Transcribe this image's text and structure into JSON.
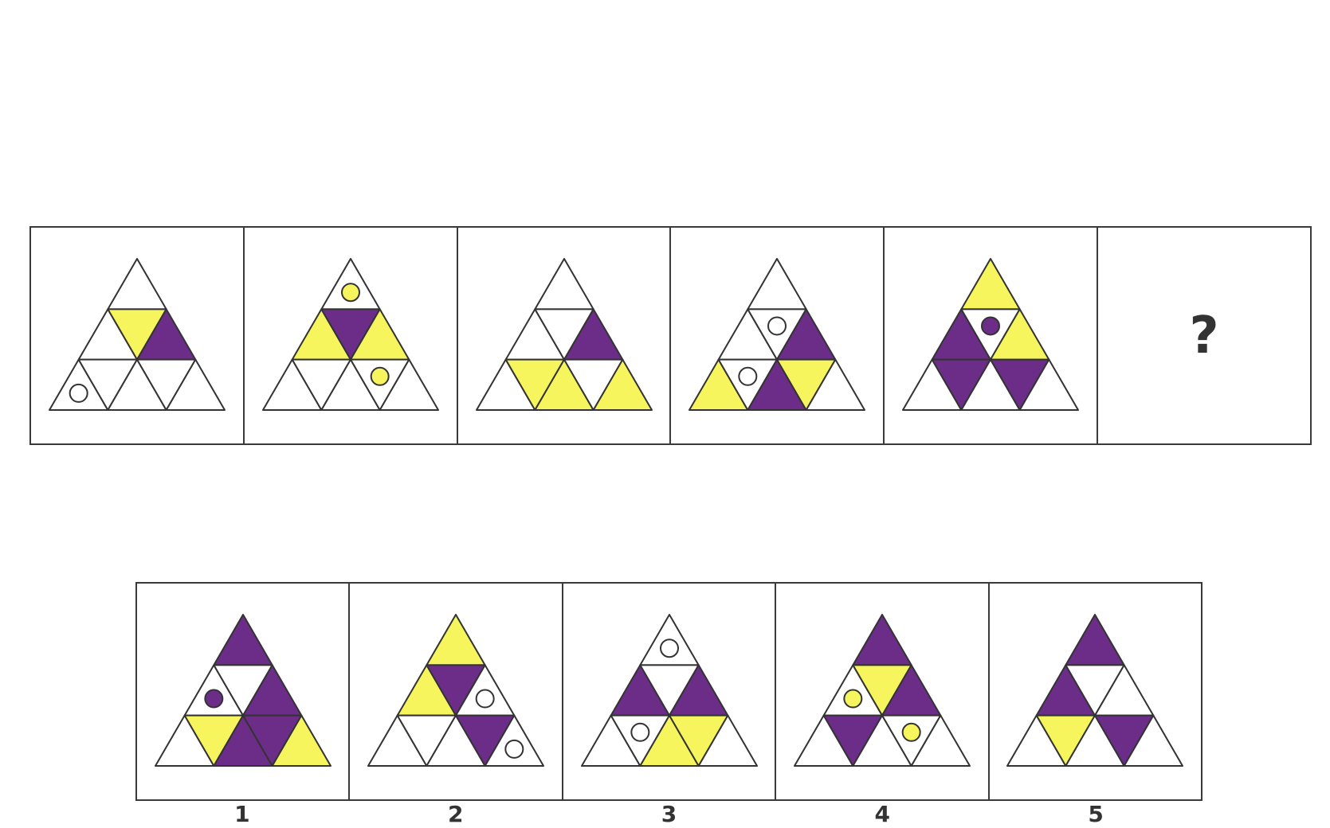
{
  "colors": {
    "white": "#ffffff",
    "yellow": "#f7f55e",
    "purple": "#6b2d87",
    "stroke": "#333333"
  },
  "sequence": [
    {
      "tiles": {
        "T1": "white",
        "T2": "white",
        "T3": "yellow",
        "T4": "purple",
        "T5": "white",
        "T6": "white",
        "T7": "white",
        "T8": "white",
        "T9": "white"
      },
      "dots": {
        "T5": "white"
      }
    },
    {
      "tiles": {
        "T1": "white",
        "T2": "yellow",
        "T3": "purple",
        "T4": "yellow",
        "T5": "white",
        "T6": "white",
        "T7": "white",
        "T8": "white",
        "T9": "white"
      },
      "dots": {
        "T1": "yellow",
        "T8": "yellow"
      }
    },
    {
      "tiles": {
        "T1": "white",
        "T2": "white",
        "T3": "white",
        "T4": "purple",
        "T5": "white",
        "T6": "yellow",
        "T7": "yellow",
        "T8": "white",
        "T9": "yellow"
      },
      "dots": {}
    },
    {
      "tiles": {
        "T1": "white",
        "T2": "white",
        "T3": "white",
        "T4": "purple",
        "T5": "yellow",
        "T6": "white",
        "T7": "purple",
        "T8": "yellow",
        "T9": "white"
      },
      "dots": {
        "T3": "white",
        "T6": "white"
      }
    },
    {
      "tiles": {
        "T1": "yellow",
        "T2": "purple",
        "T3": "white",
        "T4": "yellow",
        "T5": "white",
        "T6": "purple",
        "T7": "white",
        "T8": "purple",
        "T9": "white"
      },
      "dots": {
        "T3": "purple"
      }
    },
    {
      "question": "?"
    }
  ],
  "answers": [
    {
      "label": "1",
      "tiles": {
        "T1": "purple",
        "T2": "white",
        "T3": "white",
        "T4": "purple",
        "T5": "white",
        "T6": "yellow",
        "T7": "purple",
        "T8": "purple",
        "T9": "yellow"
      },
      "dots": {
        "T2": "purple"
      }
    },
    {
      "label": "2",
      "tiles": {
        "T1": "yellow",
        "T2": "yellow",
        "T3": "purple",
        "T4": "white",
        "T5": "white",
        "T6": "white",
        "T7": "white",
        "T8": "purple",
        "T9": "white"
      },
      "dots": {
        "T4": "white",
        "T9": "white"
      }
    },
    {
      "label": "3",
      "tiles": {
        "T1": "white",
        "T2": "purple",
        "T3": "white",
        "T4": "purple",
        "T5": "white",
        "T6": "white",
        "T7": "yellow",
        "T8": "yellow",
        "T9": "white"
      },
      "dots": {
        "T1": "white",
        "T6": "white"
      }
    },
    {
      "label": "4",
      "tiles": {
        "T1": "purple",
        "T2": "white",
        "T3": "yellow",
        "T4": "purple",
        "T5": "white",
        "T6": "purple",
        "T7": "white",
        "T8": "white",
        "T9": "white"
      },
      "dots": {
        "T2": "yellow",
        "T8": "yellow"
      }
    },
    {
      "label": "5",
      "tiles": {
        "T1": "purple",
        "T2": "purple",
        "T3": "white",
        "T4": "white",
        "T5": "white",
        "T6": "yellow",
        "T7": "white",
        "T8": "purple",
        "T9": "white"
      },
      "dots": {}
    }
  ]
}
